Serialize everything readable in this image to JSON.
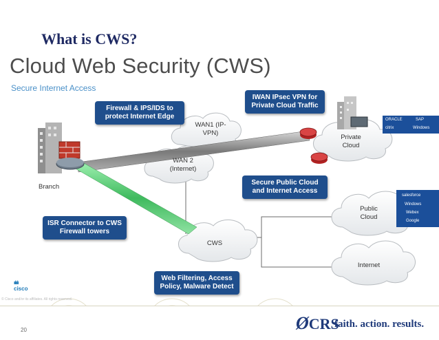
{
  "slide_title": "What is CWS?",
  "main_title": "Cloud Web Security (CWS)",
  "subtitle": "Secure Internet Access",
  "callouts": {
    "firewall": "Firewall & IPS/IDS to protect Internet Edge",
    "iwan": "IWAN IPsec VPN for Private Cloud Traffic",
    "secure_public": "Secure Public Cloud and Internet Access",
    "isr": "ISR Connector to CWS Firewall towers",
    "web_filtering": "Web Filtering, Access Policy, Malware Detect"
  },
  "clouds": {
    "wan1": "WAN1 (IP-VPN)",
    "wan2": "WAN 2 (Internet)",
    "private": "Private Cloud",
    "public": "Public Cloud",
    "cws": "CWS",
    "internet": "Internet"
  },
  "branch_label": "Branch",
  "private_partners": [
    "ORACLE",
    "SAP",
    "citrix",
    "Windows"
  ],
  "public_partners": [
    "salesforce",
    "Windows",
    "Webex",
    "Google"
  ],
  "cisco_logo": "cisco",
  "copyright": "© Cisco and/or its affiliates. All rights reserved.",
  "page_number": "20",
  "footer_logo": "CRS",
  "footer_tagline": "faith. action. results.",
  "colors": {
    "callout_bg": "#1f4e8c",
    "tunnel_gray": "#8a8a8a",
    "tunnel_green": "#4cc46c",
    "partner_panel": "#1b4f9a",
    "title_navy": "#1f2a63"
  }
}
